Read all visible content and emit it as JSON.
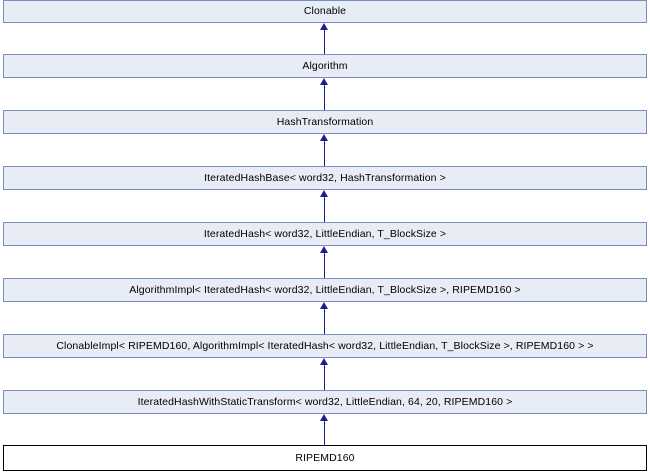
{
  "diagram": {
    "kind": "class-inheritance-diagram",
    "title": "RIPEMD160 inheritance diagram",
    "colors": {
      "node_fill": "#e8ecf5",
      "node_border": "#7a8cc4",
      "focus_fill": "#ffffff",
      "focus_border": "#000000",
      "edge": "#1f1f8c",
      "background": "#ffffff",
      "text": "#000000"
    },
    "nodes": [
      {
        "id": "clonable",
        "label": "Clonable",
        "focus": false
      },
      {
        "id": "algorithm",
        "label": "Algorithm",
        "focus": false
      },
      {
        "id": "hash-transformation",
        "label": "HashTransformation",
        "focus": false
      },
      {
        "id": "iterated-hash-base",
        "label": "IteratedHashBase< word32, HashTransformation >",
        "focus": false
      },
      {
        "id": "iterated-hash",
        "label": "IteratedHash< word32, LittleEndian, T_BlockSize >",
        "focus": false
      },
      {
        "id": "algorithm-impl",
        "label": "AlgorithmImpl< IteratedHash< word32, LittleEndian, T_BlockSize >, RIPEMD160 >",
        "focus": false
      },
      {
        "id": "clonable-impl",
        "label": "ClonableImpl< RIPEMD160, AlgorithmImpl< IteratedHash< word32, LittleEndian, T_BlockSize >, RIPEMD160 > >",
        "focus": false
      },
      {
        "id": "iterated-hash-with-static-transform",
        "label": "IteratedHashWithStaticTransform< word32, LittleEndian, 64, 20, RIPEMD160 >",
        "focus": false
      },
      {
        "id": "ripemd160",
        "label": "RIPEMD160",
        "focus": true
      }
    ],
    "edges": [
      {
        "from": "algorithm",
        "to": "clonable",
        "type": "inheritance"
      },
      {
        "from": "hash-transformation",
        "to": "algorithm",
        "type": "inheritance"
      },
      {
        "from": "iterated-hash-base",
        "to": "hash-transformation",
        "type": "inheritance"
      },
      {
        "from": "iterated-hash",
        "to": "iterated-hash-base",
        "type": "inheritance"
      },
      {
        "from": "algorithm-impl",
        "to": "iterated-hash",
        "type": "inheritance"
      },
      {
        "from": "clonable-impl",
        "to": "algorithm-impl",
        "type": "inheritance"
      },
      {
        "from": "iterated-hash-with-static-transform",
        "to": "clonable-impl",
        "type": "inheritance"
      },
      {
        "from": "ripemd160",
        "to": "iterated-hash-with-static-transform",
        "type": "inheritance"
      }
    ]
  }
}
